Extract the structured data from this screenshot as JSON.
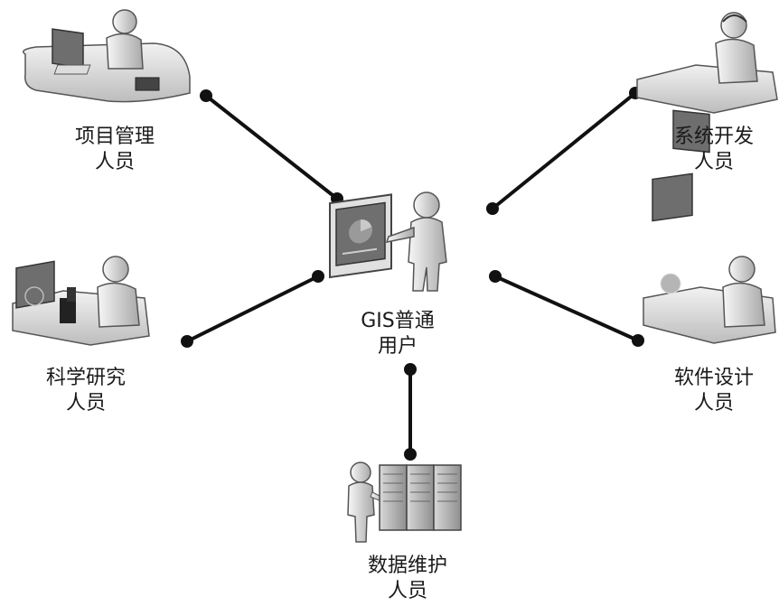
{
  "diagram": {
    "center": {
      "line1": "GIS普通",
      "line2": "用户"
    },
    "roles": {
      "project_management": {
        "line1": "项目管理",
        "line2": "人员"
      },
      "system_development": {
        "line1": "系统开发",
        "line2": "人员"
      },
      "scientific_research": {
        "line1": "科学研究",
        "line2": "人员"
      },
      "software_design": {
        "line1": "软件设计",
        "line2": "人员"
      },
      "data_maintenance": {
        "line1": "数据维护",
        "line2": "人员"
      }
    }
  }
}
